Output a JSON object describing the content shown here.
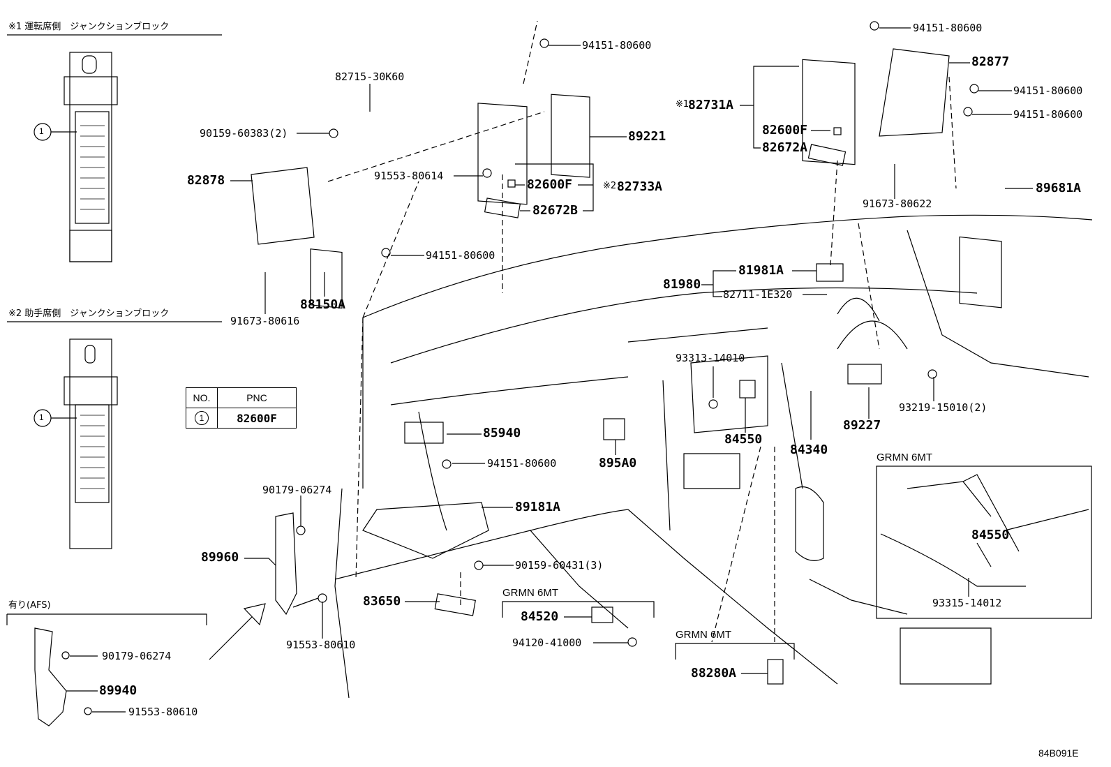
{
  "diagram": {
    "figure_code": "84B091E",
    "legend_1_title": "※1 運転席側　ジャンクションブロック",
    "legend_2_title": "※2 助手席側　ジャンクションブロック",
    "legend_afs_title": "有り(AFS)",
    "callout_1": "1",
    "table": {
      "header_no": "NO.",
      "header_pnc": "PNC",
      "row_no": "1",
      "row_pnc": "82600F"
    },
    "groups": {
      "grmn_1": "GRMN 6MT",
      "grmn_2": "GRMN 6MT",
      "grmn_3": "GRMN 6MT"
    },
    "parts": {
      "p1": "82715-30K60",
      "p2": "90159-60383(2)",
      "p3": "94151-80600",
      "p4": "89221",
      "p5": "91553-80614",
      "p6": "82600F",
      "p7": "※2",
      "p7b": "82733A",
      "p8": "82672B",
      "p9": "82878",
      "p10": "94151-80600",
      "p11": "88150A",
      "p12": "91673-80616",
      "p13": "94151-80600",
      "p14": "82877",
      "p15": "94151-80600",
      "p16": "94151-80600",
      "p17": "※1",
      "p17b": "82731A",
      "p18": "82600F",
      "p19": "82672A",
      "p20": "91673-80622",
      "p21": "89681A",
      "p22": "81981A",
      "p23": "81980",
      "p24": "82711-1E320",
      "p25": "93313-14010",
      "p26": "93219-15010(2)",
      "p27": "89227",
      "p28": "84550",
      "p29": "84340",
      "p30": "85940",
      "p31": "94151-80600",
      "p32": "895A0",
      "p33": "90179-06274",
      "p34": "89181A",
      "p35": "89960",
      "p36": "90159-60431(3)",
      "p37": "91553-80610",
      "p38": "83650",
      "p39": "84520",
      "p40": "94120-41000",
      "p41": "88280A",
      "p42": "84550",
      "p43": "93315-14012",
      "p44": "90179-06274",
      "p45": "89940",
      "p46": "91553-80610"
    }
  }
}
